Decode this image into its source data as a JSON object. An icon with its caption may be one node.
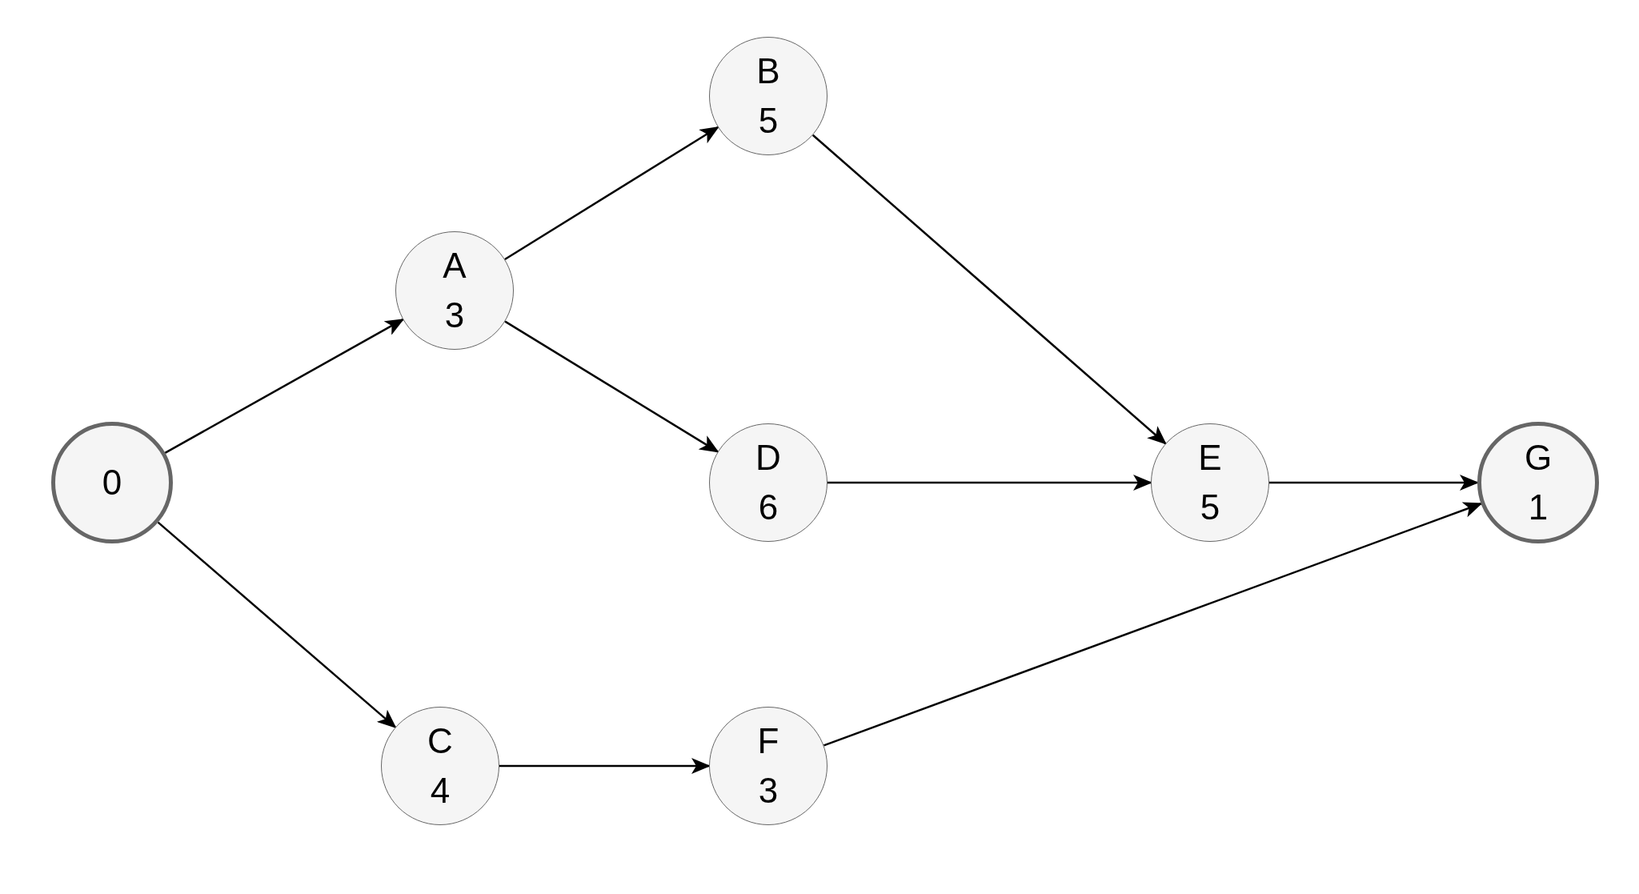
{
  "diagram": {
    "nodes": [
      {
        "text": [
          "0"
        ]
      },
      {
        "text": [
          "A",
          "3"
        ]
      },
      {
        "text": [
          "B",
          "5"
        ]
      },
      {
        "text": [
          "C",
          "4"
        ]
      },
      {
        "text": [
          "D",
          "6"
        ]
      },
      {
        "text": [
          "E",
          "5"
        ]
      },
      {
        "text": [
          "F",
          "3"
        ]
      },
      {
        "text": [
          "G",
          "1"
        ]
      }
    ],
    "edges": [
      {
        "from": 0,
        "to": 1,
        "arrow": "to"
      },
      {
        "from": 0,
        "to": 3,
        "arrow": "to"
      },
      {
        "from": 1,
        "to": 2,
        "arrow": "to"
      },
      {
        "from": 1,
        "to": 4,
        "arrow": "to"
      },
      {
        "from": 2,
        "to": 5,
        "arrow": "to"
      },
      {
        "from": 4,
        "to": 5,
        "arrow": "to"
      },
      {
        "from": 5,
        "to": 7,
        "arrow": "to"
      },
      {
        "from": 3,
        "to": 6,
        "arrow": "to"
      },
      {
        "from": 6,
        "to": 7,
        "arrow": "to"
      }
    ]
  }
}
